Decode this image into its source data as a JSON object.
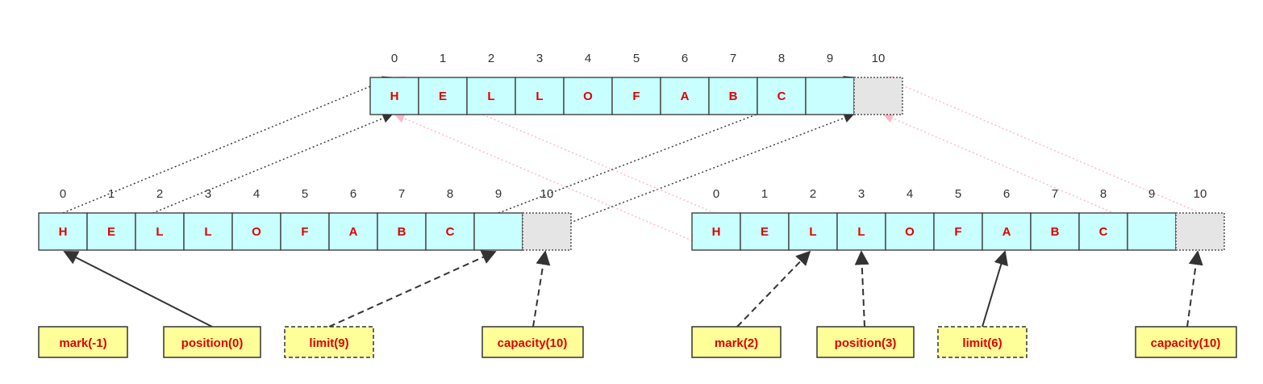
{
  "colors": {
    "cell_fill": "#c9ffff",
    "extra_cell_fill": "#e5e5e5",
    "cell_stroke": "#333333",
    "cell_text": "#e00000",
    "label_fill": "#ffff99",
    "label_text": "#e00000",
    "black_connector": "#333333",
    "pink_connector": "#ffb6c8"
  },
  "top_buffer": {
    "indices": [
      "0",
      "1",
      "2",
      "3",
      "4",
      "5",
      "6",
      "7",
      "8",
      "9",
      "10"
    ],
    "cells": [
      "H",
      "E",
      "L",
      "L",
      "O",
      "F",
      "A",
      "B",
      "C",
      ""
    ],
    "extra_cell": ""
  },
  "left_buffer": {
    "indices": [
      "0",
      "1",
      "2",
      "3",
      "4",
      "5",
      "6",
      "7",
      "8",
      "9",
      "10"
    ],
    "cells": [
      "H",
      "E",
      "L",
      "L",
      "O",
      "F",
      "A",
      "B",
      "C",
      ""
    ],
    "extra_cell": "",
    "labels": [
      {
        "id": "mark",
        "text": "mark(-1)",
        "border": "solid"
      },
      {
        "id": "position",
        "text": "position(0)",
        "border": "solid"
      },
      {
        "id": "limit",
        "text": "limit(9)",
        "border": "dashed"
      },
      {
        "id": "capacity",
        "text": "capacity(10)",
        "border": "solid"
      }
    ]
  },
  "right_buffer": {
    "indices": [
      "0",
      "1",
      "2",
      "3",
      "4",
      "5",
      "6",
      "7",
      "8",
      "9",
      "10"
    ],
    "cells": [
      "H",
      "E",
      "L",
      "L",
      "O",
      "F",
      "A",
      "B",
      "C",
      ""
    ],
    "extra_cell": "",
    "labels": [
      {
        "id": "mark",
        "text": "mark(2)",
        "border": "solid"
      },
      {
        "id": "position",
        "text": "position(3)",
        "border": "solid"
      },
      {
        "id": "limit",
        "text": "limit(6)",
        "border": "dashed"
      },
      {
        "id": "capacity",
        "text": "capacity(10)",
        "border": "solid"
      }
    ]
  }
}
